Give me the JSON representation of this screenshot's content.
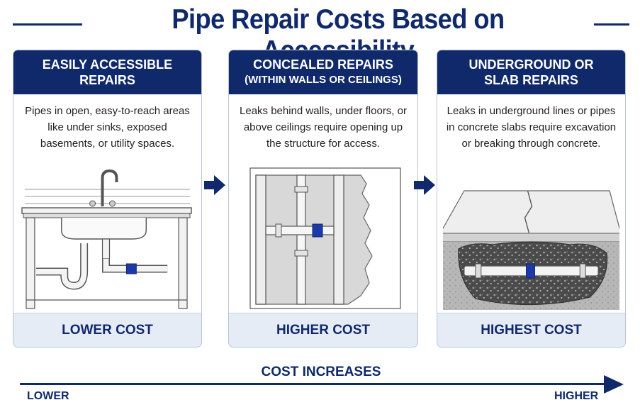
{
  "title": "Pipe Repair Costs Based on Accessibility",
  "colors": {
    "navy": "#10296b",
    "panel": "#e6ecf5",
    "pipe_accent": "#1d39a8"
  },
  "cards": [
    {
      "heading_line1": "EASILY ACCESSIBLE",
      "heading_line2": "REPAIRS",
      "description": "Pipes in open, easy-to-reach areas like under sinks, exposed basements, or utility spaces.",
      "cost": "LOWER COST",
      "illustration": "sink-pipe-illustration"
    },
    {
      "heading_line1": "CONCEALED REPAIRS",
      "heading_line2": "(WITHIN WALLS OR CEILINGS)",
      "description": "Leaks behind walls, under floors, or above ceilings require opening up the structure for access.",
      "cost": "HIGHER COST",
      "illustration": "wall-pipe-illustration"
    },
    {
      "heading_line1": "UNDERGROUND OR",
      "heading_line2": "SLAB REPAIRS",
      "description": "Leaks in underground lines or pipes in concrete slabs require excavation or breaking through concrete.",
      "cost": "HIGHEST COST",
      "illustration": "slab-pipe-illustration"
    }
  ],
  "scale": {
    "label": "COST INCREASES",
    "low": "LOWER",
    "high": "HIGHER"
  }
}
